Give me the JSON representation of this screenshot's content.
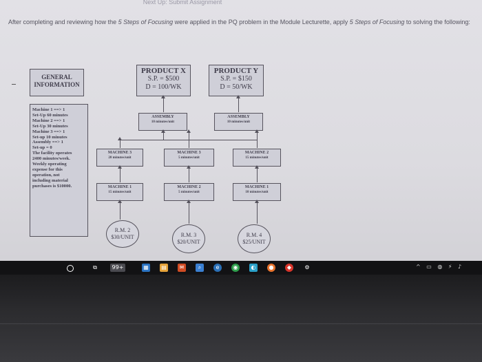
{
  "page": {
    "top_nav": "Next Up: Submit Assignment",
    "instructions": [
      {
        "text": "After completing and reviewing how the ",
        "italic": false
      },
      {
        "text": "5 Steps of Focusing",
        "italic": true
      },
      {
        "text": " were applied in the PQ problem in the Module Lecturette, apply ",
        "italic": false
      },
      {
        "text": "5 Steps of Focusing",
        "italic": true
      },
      {
        "text": " to solving the following:",
        "italic": false
      }
    ]
  },
  "diagram": {
    "general_info_title": [
      "GENERAL",
      "INFORMATION"
    ],
    "general_info_lines": [
      "Machine 1 ==> 1",
      "Set-Up 60 minutes",
      "Machine 2 ==> 1",
      "Set-Up 30 minutes",
      "Machine 3 ==> 1",
      "Set-up 10 minutes",
      "Assembly ==> 1",
      "Set-up = 0",
      "The facility operates",
      "2400 minutes/week.",
      "Weekly operating",
      "expense for this",
      "operation, not",
      "including material",
      "purchases is $10000."
    ],
    "product_x": {
      "title": "PRODUCT X",
      "price": "S.P. = $500",
      "demand": "D = 100/WK"
    },
    "product_y": {
      "title": "PRODUCT Y",
      "price": "S.P. = $150",
      "demand": "D = 50/WK"
    },
    "assembly_x": {
      "name": "ASSEMBLY",
      "time": "10 minutes/unit"
    },
    "assembly_y": {
      "name": "ASSEMBLY",
      "time": "10 minutes/unit"
    },
    "row2": [
      {
        "name": "MACHINE 3",
        "time": "20 minutes/unit"
      },
      {
        "name": "MACHINE 3",
        "time": "5 minutes/unit"
      },
      {
        "name": "MACHINE 2",
        "time": "15 minutes/unit"
      }
    ],
    "row3": [
      {
        "name": "MACHINE 1",
        "time": "15 minutes/unit"
      },
      {
        "name": "MACHINE 2",
        "time": "5 minutes/unit"
      },
      {
        "name": "MACHINE 1",
        "time": "10 minutes/unit"
      }
    ],
    "raw_materials": [
      {
        "name": "R.M. 2",
        "cost": "$30/UNIT"
      },
      {
        "name": "R.M. 3",
        "cost": "$20/UNIT"
      },
      {
        "name": "R.M. 4",
        "cost": "$25/UNIT"
      }
    ]
  },
  "taskbar": {
    "icons": [
      "start-circle-icon",
      "task-view-icon",
      "calculator-icon",
      "store-icon",
      "files-icon",
      "mail-icon",
      "app-icon",
      "search-icon",
      "edge-icon",
      "chrome-icon",
      "media-icon",
      "browser-icon",
      "settings-icon"
    ],
    "tray_text": "^ ▭ ◍ ⚡ ♪"
  }
}
